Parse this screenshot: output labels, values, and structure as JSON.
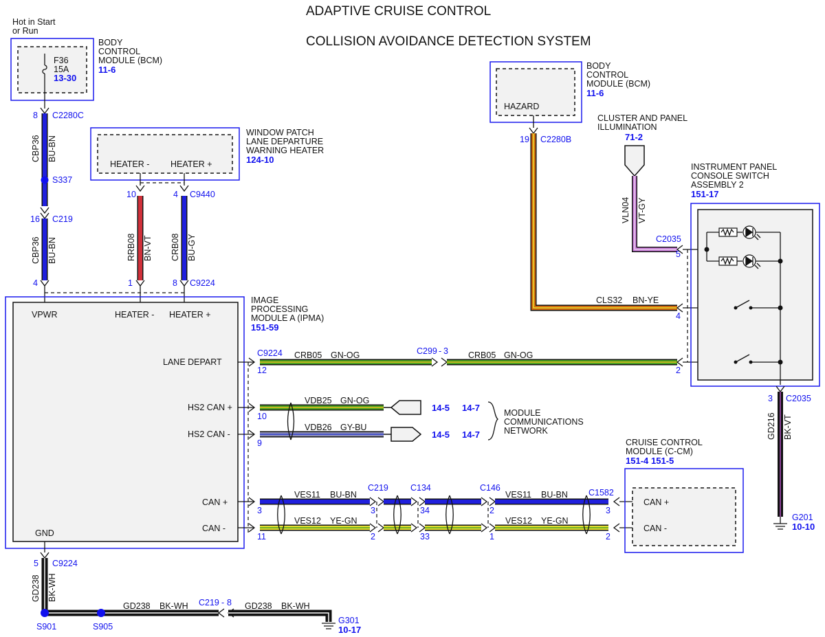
{
  "title": {
    "line1": "ADAPTIVE CRUISE CONTROL",
    "line2": "COLLISION AVOIDANCE DETECTION SYSTEM"
  },
  "power": {
    "l1": "Hot in Start",
    "l2": "or Run"
  },
  "bcm1": {
    "name": [
      "BODY",
      "CONTROL",
      "MODULE (BCM)"
    ],
    "ref": "11-6",
    "fuse": "F36",
    "amps": "15A",
    "fuse_ref": "13-30",
    "pin": "8",
    "connector": "C2280C"
  },
  "wire_cbp36": {
    "circuit": "CBP36",
    "color": "BU-BN",
    "splice": "S337",
    "pin2": "16",
    "conn2": "C219",
    "pin3": "4"
  },
  "heater": {
    "name": [
      "WINDOW PATCH",
      "LANE DEPARTURE",
      "WARNING HEATER"
    ],
    "ref": "124-10",
    "minus": "HEATER -",
    "plus": "HEATER +",
    "pin_minus": "10",
    "pin_plus": "4",
    "connector": "C9440",
    "w1_circuit": "RRB08",
    "w1_color": "BN-VT",
    "w2_circuit": "CRB08",
    "w2_color": "BU-GY",
    "ipma_pin_minus": "1",
    "ipma_pin_plus": "8",
    "ipma_connector": "C9224"
  },
  "ipma": {
    "name": [
      "IMAGE",
      "PROCESSING",
      "MODULE A (IPMA)"
    ],
    "ref": "151-59",
    "vpwr": "VPWR",
    "heater_minus": "HEATER -",
    "heater_plus": "HEATER +",
    "lane_depart": "LANE DEPART",
    "hs2p": "HS2 CAN +",
    "hs2m": "HS2 CAN -",
    "canp": "CAN +",
    "canm": "CAN -",
    "gnd": "GND"
  },
  "lane": {
    "connector": "C9224",
    "pin": "12",
    "circuit": "CRB05",
    "color": "GN-OG",
    "inline": "C299",
    "inline_pin": "3",
    "sw_pin": "2"
  },
  "hs2": {
    "pin_p": "10",
    "pin_m": "9",
    "p_circuit": "VDB25",
    "p_color": "GN-OG",
    "m_circuit": "VDB26",
    "m_color": "GY-BU",
    "ref1": "14-5",
    "ref2": "14-7",
    "network": [
      "MODULE",
      "COMMUNICATIONS",
      "NETWORK"
    ]
  },
  "can": {
    "ipma_pin_p": "3",
    "ipma_pin_m": "11",
    "p_circuit": "VES11",
    "p_color": "BU-BN",
    "m_circuit": "VES12",
    "m_color": "YE-GN",
    "c219": "C219",
    "c219_pin_p": "3",
    "c219_pin_m": "2",
    "c134": "C134",
    "c134_pin_p": "34",
    "c134_pin_m": "33",
    "c146": "C146",
    "c146_pin_p": "2",
    "c146_pin_m": "1",
    "c1582": "C1582",
    "ccm_pin_p": "3",
    "ccm_pin_m": "2"
  },
  "ccm": {
    "name": [
      "CRUISE CONTROL",
      "MODULE (C-CM)"
    ],
    "ref1": "151-4",
    "ref2": "151-5",
    "canp": "CAN +",
    "canm": "CAN -"
  },
  "bcm2": {
    "name": [
      "BODY",
      "CONTROL",
      "MODULE (BCM)"
    ],
    "ref": "11-6",
    "hazard": "HAZARD",
    "pin": "19",
    "connector": "C2280B"
  },
  "cluster": {
    "name": [
      "CLUSTER AND PANEL",
      "ILLUMINATION"
    ],
    "ref": "71-2",
    "circuit": "VLN04",
    "color": "VT-GY"
  },
  "ipcs": {
    "name": [
      "INSTRUMENT PANEL",
      "CONSOLE SWITCH",
      "ASSEMBLY 2"
    ],
    "ref": "151-17",
    "connector": "C2035",
    "pin_illum": "5",
    "pin_hazard": "4",
    "pin_gnd": "3"
  },
  "cls32": {
    "circuit": "CLS32",
    "color": "BN-YE"
  },
  "gd216": {
    "circuit": "GD216",
    "color": "BK-VT",
    "ground": "G201",
    "ground_ref": "10-10"
  },
  "gnd238": {
    "pin": "5",
    "connector": "C9224",
    "circuit": "GD238",
    "color": "BK-WH",
    "splice1": "S901",
    "splice2": "S905",
    "inline": "C219",
    "inline_pin": "8",
    "ground": "G301",
    "ground_ref": "10-17"
  }
}
